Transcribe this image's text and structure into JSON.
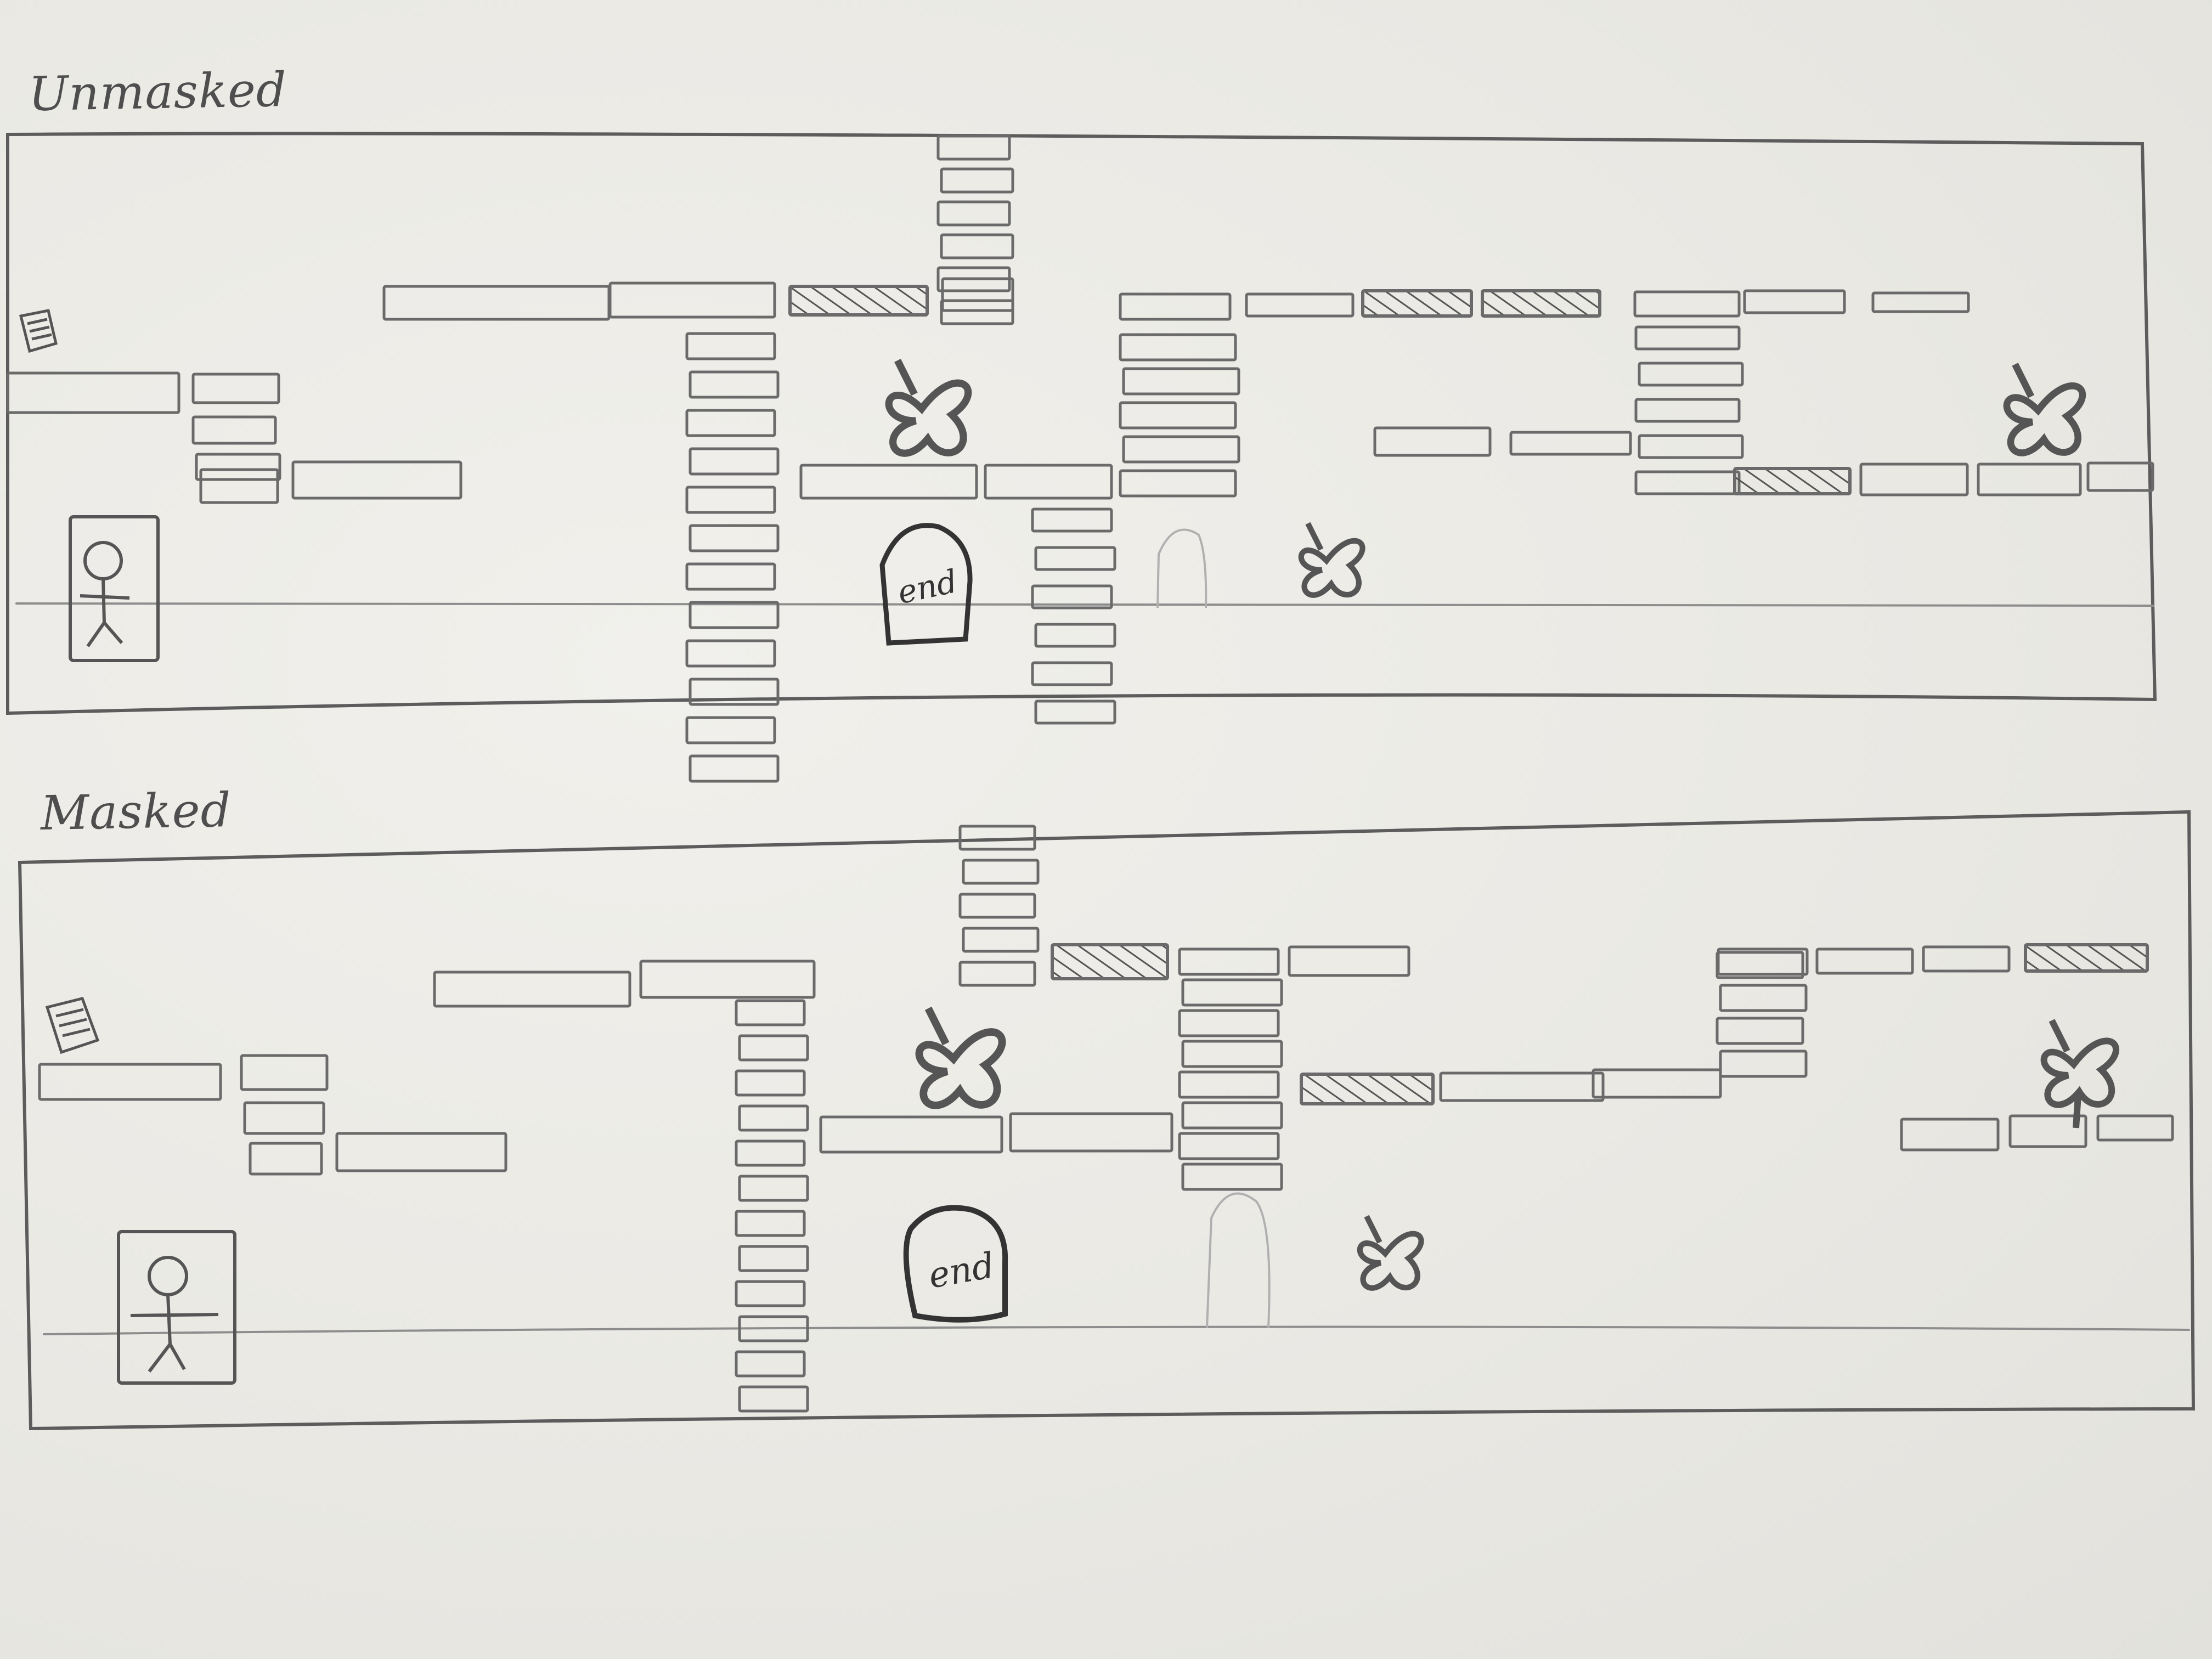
{
  "panels": [
    {
      "label": "Unmasked",
      "door_text": "end"
    },
    {
      "label": "Masked",
      "door_text": "end"
    }
  ],
  "colors": {
    "paper": "#ecebe7",
    "pencil": "#5a5a5a",
    "light_pencil": "#9a9a9a"
  },
  "icons": [
    "stick-figure-icon",
    "note-icon",
    "butterfly-icon",
    "door-icon",
    "ghost-door-icon"
  ]
}
